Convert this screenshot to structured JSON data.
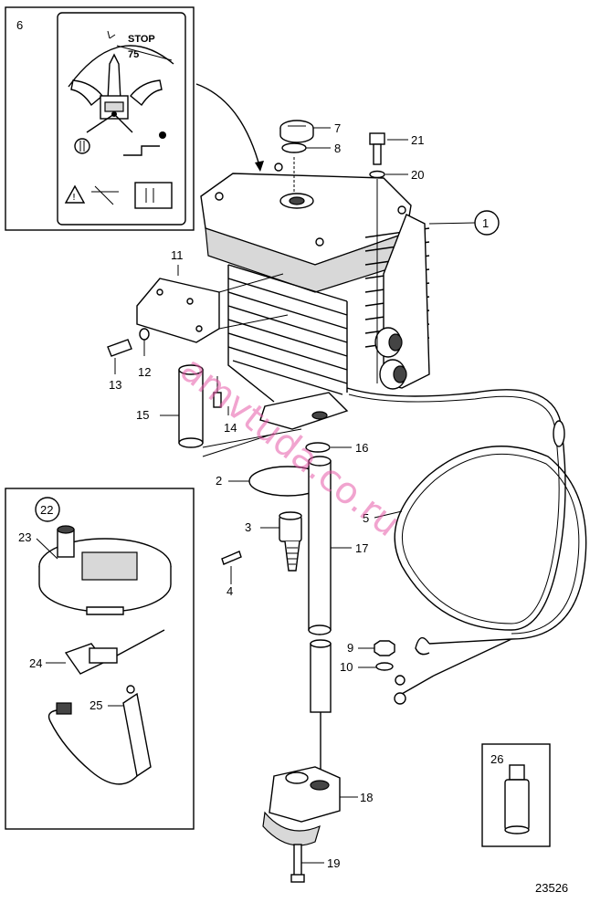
{
  "figure_number": "23526",
  "watermark": "amvtuda.co.ru",
  "inset_6": {
    "number": "6",
    "stop_label": "STOP",
    "angle_label": "75"
  },
  "inset_22": {
    "number": "22",
    "labels": [
      "23",
      "24",
      "25"
    ]
  },
  "inset_26": {
    "number": "26"
  },
  "main_callout": "1",
  "labels": [
    "2",
    "3",
    "4",
    "5",
    "7",
    "8",
    "9",
    "10",
    "11",
    "12",
    "13",
    "14",
    "15",
    "16",
    "17",
    "18",
    "19",
    "20",
    "21"
  ]
}
